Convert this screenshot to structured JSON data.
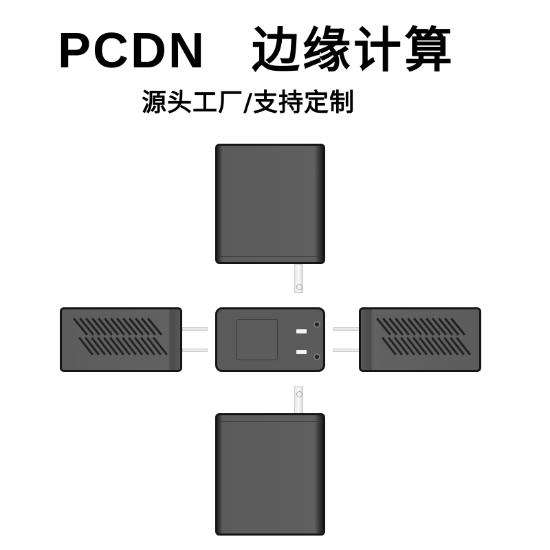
{
  "header": {
    "title_latin": "PCDN",
    "title_cjk": "边缘计算",
    "subtitle": "源头工厂/支持定制"
  },
  "product": {
    "name": "PCDN edge computing plug device",
    "views": [
      "top",
      "left",
      "center-plug-face",
      "right",
      "bottom"
    ],
    "colors": {
      "body": "#5d5d5d",
      "edge": "#151515",
      "prong": "#f0f0f0"
    }
  }
}
